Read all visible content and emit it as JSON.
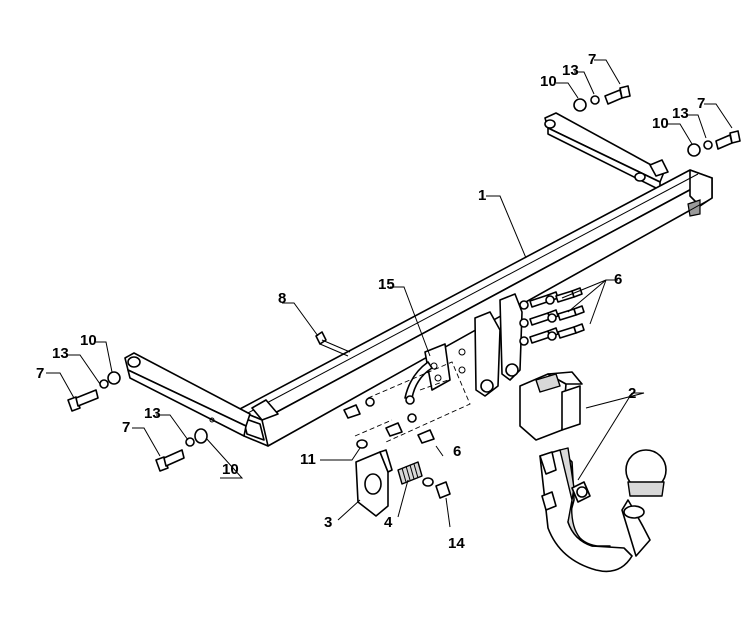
{
  "callouts": [
    {
      "id": "c1",
      "text": "1"
    },
    {
      "id": "c2",
      "text": "2"
    },
    {
      "id": "c3",
      "text": "3"
    },
    {
      "id": "c4",
      "text": "4"
    },
    {
      "id": "c6a",
      "text": "6"
    },
    {
      "id": "c6b",
      "text": "6"
    },
    {
      "id": "c7a",
      "text": "7"
    },
    {
      "id": "c7b",
      "text": "7"
    },
    {
      "id": "c7c",
      "text": "7"
    },
    {
      "id": "c7d",
      "text": "7"
    },
    {
      "id": "c8",
      "text": "8"
    },
    {
      "id": "c10a",
      "text": "10"
    },
    {
      "id": "c10b",
      "text": "10"
    },
    {
      "id": "c10c",
      "text": "10"
    },
    {
      "id": "c10d",
      "text": "10"
    },
    {
      "id": "c11",
      "text": "11"
    },
    {
      "id": "c13a",
      "text": "13"
    },
    {
      "id": "c13b",
      "text": "13"
    },
    {
      "id": "c13c",
      "text": "13"
    },
    {
      "id": "c13d",
      "text": "13"
    },
    {
      "id": "c14",
      "text": "14"
    },
    {
      "id": "c15",
      "text": "15"
    }
  ]
}
